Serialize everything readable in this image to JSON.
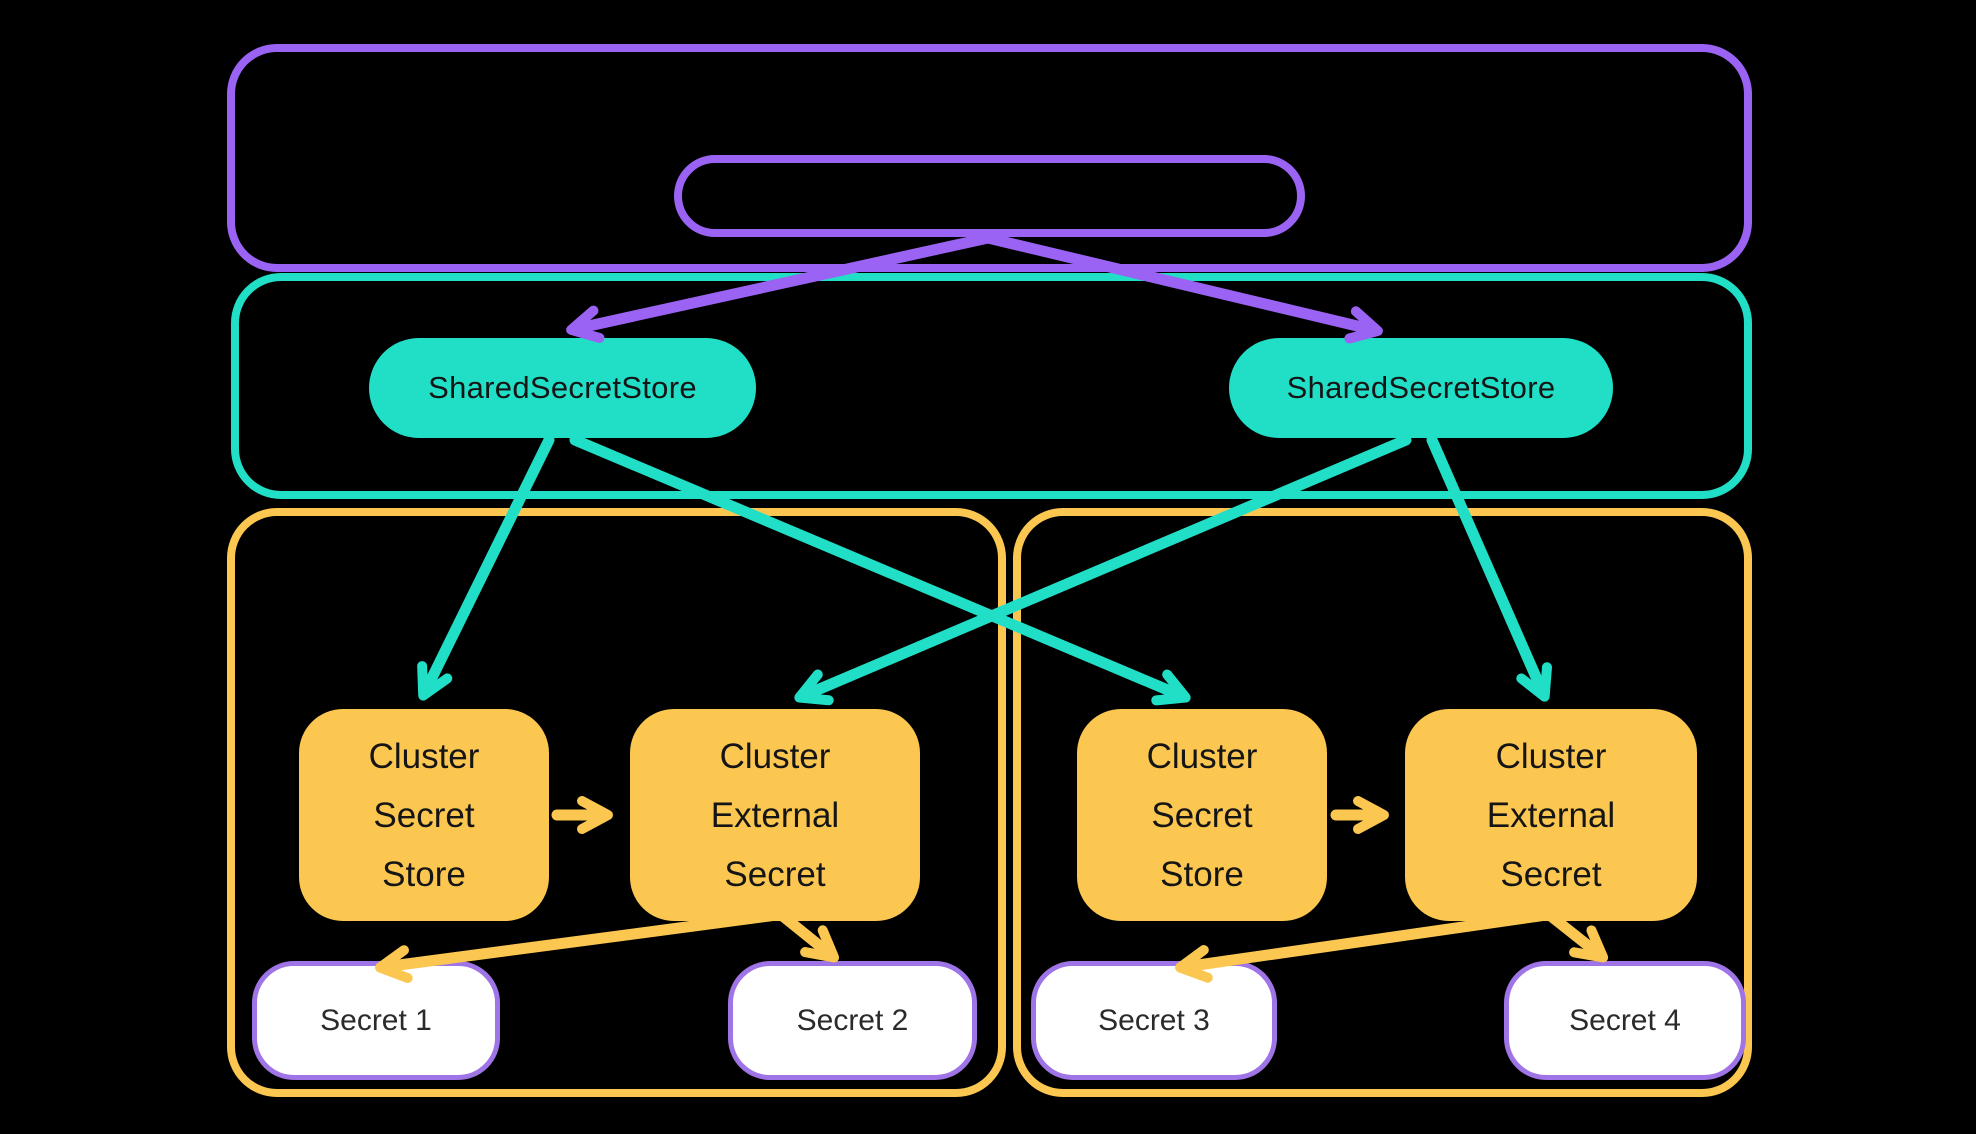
{
  "diagram": {
    "colors": {
      "background": "#000000",
      "purple": "#9b63f3",
      "teal": "#21dfc7",
      "yellow": "#fbc751",
      "node_text": "#151515",
      "secret_fill": "#ffffff",
      "secret_border": "#9f74e6",
      "secret_text": "#2b2b2b"
    },
    "shared_stores": [
      {
        "label": "SharedSecretStore"
      },
      {
        "label": "SharedSecretStore"
      }
    ],
    "clusters": [
      {
        "store_label": "Cluster Secret Store",
        "external_secret_label": "Cluster External Secret",
        "secrets": [
          {
            "label": "Secret 1"
          },
          {
            "label": "Secret 2"
          }
        ]
      },
      {
        "store_label": "Cluster Secret Store",
        "external_secret_label": "Cluster External Secret",
        "secrets": [
          {
            "label": "Secret 3"
          },
          {
            "label": "Secret 4"
          }
        ]
      }
    ],
    "edges": [
      {
        "from": "top-cluster-pill",
        "to": "shared-secret-store-left",
        "color": "purple"
      },
      {
        "from": "top-cluster-pill",
        "to": "shared-secret-store-right",
        "color": "purple"
      },
      {
        "from": "shared-secret-store-left",
        "to": "cluster-secret-store-left",
        "color": "teal"
      },
      {
        "from": "shared-secret-store-left",
        "to": "cluster-secret-store-right",
        "color": "teal"
      },
      {
        "from": "shared-secret-store-right",
        "to": "cluster-external-secret-left",
        "color": "teal"
      },
      {
        "from": "shared-secret-store-right",
        "to": "cluster-external-secret-right",
        "color": "teal"
      },
      {
        "from": "cluster-secret-store-left",
        "to": "cluster-external-secret-left",
        "color": "yellow"
      },
      {
        "from": "cluster-secret-store-right",
        "to": "cluster-external-secret-right",
        "color": "yellow"
      },
      {
        "from": "cluster-external-secret-left",
        "to": "secret-1",
        "color": "yellow"
      },
      {
        "from": "cluster-external-secret-left",
        "to": "secret-2",
        "color": "yellow"
      },
      {
        "from": "cluster-external-secret-right",
        "to": "secret-3",
        "color": "yellow"
      },
      {
        "from": "cluster-external-secret-right",
        "to": "secret-4",
        "color": "yellow"
      }
    ]
  }
}
